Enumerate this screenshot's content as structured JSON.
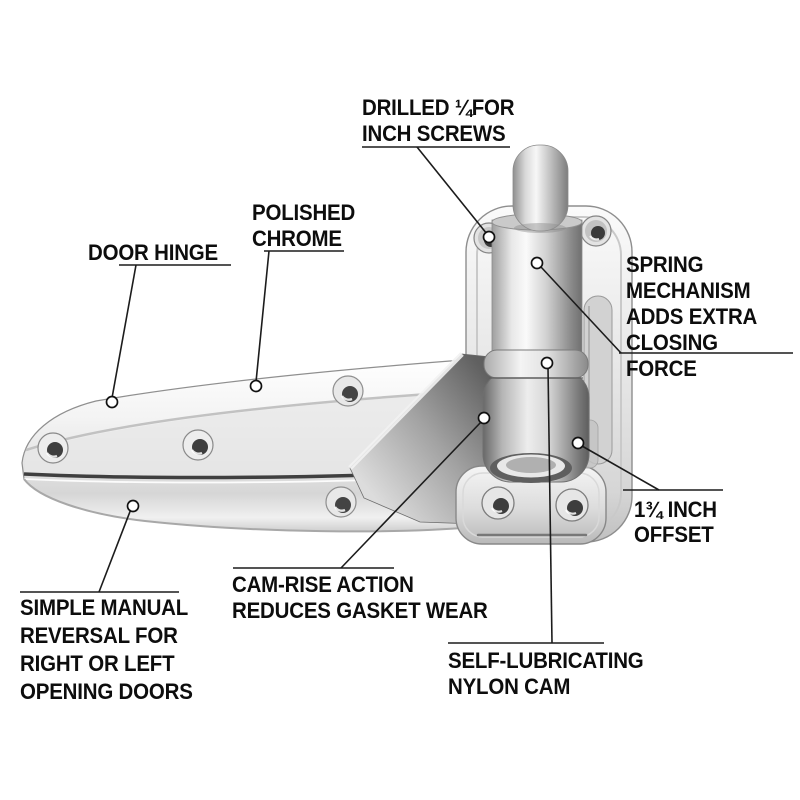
{
  "diagram": {
    "title": "Door hinge annotated product diagram",
    "background_color": "#ffffff",
    "line_color": "#1c1c1c",
    "text_color": "#0d0d0d",
    "chrome_colors": {
      "light": "#f7f7f7",
      "mid": "#cfcfcf",
      "dark": "#6e6e6e"
    },
    "labels": {
      "drilled_screws": "DRILLED ¼FOR\nINCH SCREWS",
      "polished_chrome": "POLISHED\nCHROME",
      "door_hinge": "DOOR HINGE",
      "spring_mechanism": "SPRING\nMECHANISM\nADDS EXTRA\nCLOSING FORCE",
      "offset": "1¾ INCH\nOFFSET",
      "cam_rise": "CAM-RISE ACTION\nREDUCES GASKET WEAR",
      "self_lubricating": "SELF-LUBRICATING\nNYLON CAM",
      "manual_reversal": "SIMPLE MANUAL\nREVERSAL FOR\nRIGHT OR LEFT\nOPENING DOORS"
    }
  }
}
